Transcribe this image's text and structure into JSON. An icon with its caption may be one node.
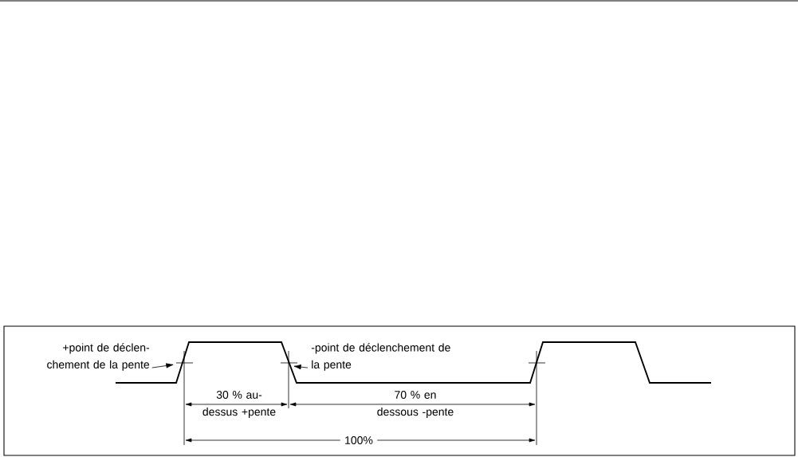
{
  "diagram": {
    "nodes": [
      {
        "text": [
          "+point de déclen- chement de la pente"
        ]
      },
      {
        "text": [
          "-point de déclenchement de la pente"
        ]
      }
    ],
    "edges": [
      {
        "from": 0,
        "to": null,
        "arrow": "to"
      },
      {
        "from": 1,
        "to": null,
        "arrow": "to"
      }
    ],
    "labels": [
      "30 % au- dessus +pente",
      "70 % en dessous -pente",
      "100%"
    ]
  }
}
